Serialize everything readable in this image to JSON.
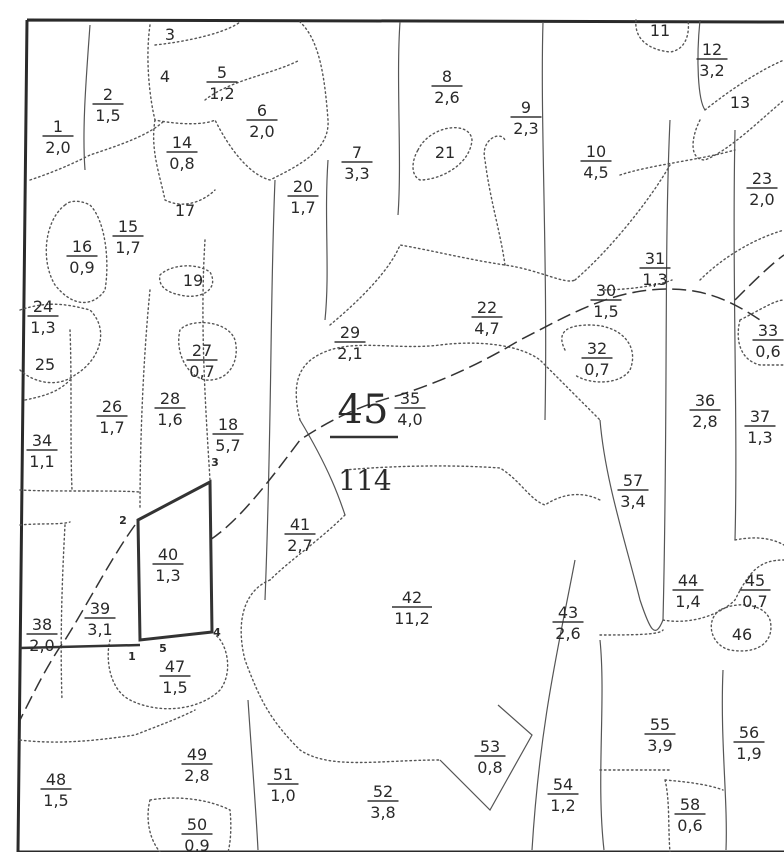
{
  "quarter": {
    "number": "45",
    "area": "114"
  },
  "plot_corners": [
    "1",
    "2",
    "3",
    "4",
    "5"
  ],
  "parcels": [
    {
      "id": "p1",
      "num": "1",
      "area": "2,0"
    },
    {
      "id": "p2",
      "num": "2",
      "area": "1,5"
    },
    {
      "id": "p3",
      "num": "3",
      "area": ""
    },
    {
      "id": "p4",
      "num": "4",
      "area": ""
    },
    {
      "id": "p5",
      "num": "5",
      "area": "1,2"
    },
    {
      "id": "p6",
      "num": "6",
      "area": "2,0"
    },
    {
      "id": "p7",
      "num": "7",
      "area": "3,3"
    },
    {
      "id": "p8",
      "num": "8",
      "area": "2,6"
    },
    {
      "id": "p9",
      "num": "9",
      "area": "2,3"
    },
    {
      "id": "p10",
      "num": "10",
      "area": "4,5"
    },
    {
      "id": "p11",
      "num": "11",
      "area": ""
    },
    {
      "id": "p12",
      "num": "12",
      "area": "3,2"
    },
    {
      "id": "p13",
      "num": "13",
      "area": ""
    },
    {
      "id": "p14",
      "num": "14",
      "area": "0,8"
    },
    {
      "id": "p15",
      "num": "15",
      "area": "1,7"
    },
    {
      "id": "p16",
      "num": "16",
      "area": "0,9"
    },
    {
      "id": "p17",
      "num": "17",
      "area": ""
    },
    {
      "id": "p18",
      "num": "18",
      "area": "5,7"
    },
    {
      "id": "p19",
      "num": "19",
      "area": ""
    },
    {
      "id": "p20",
      "num": "20",
      "area": "1,7"
    },
    {
      "id": "p21",
      "num": "21",
      "area": ""
    },
    {
      "id": "p22",
      "num": "22",
      "area": "4,7"
    },
    {
      "id": "p23",
      "num": "23",
      "area": "2,0"
    },
    {
      "id": "p24",
      "num": "24",
      "area": "1,3"
    },
    {
      "id": "p25",
      "num": "25",
      "area": ""
    },
    {
      "id": "p26",
      "num": "26",
      "area": "1,7"
    },
    {
      "id": "p27",
      "num": "27",
      "area": "0,7"
    },
    {
      "id": "p28",
      "num": "28",
      "area": "1,6"
    },
    {
      "id": "p29",
      "num": "29",
      "area": "2,1"
    },
    {
      "id": "p30",
      "num": "30",
      "area": "1,5"
    },
    {
      "id": "p31",
      "num": "31",
      "area": "1,3"
    },
    {
      "id": "p32",
      "num": "32",
      "area": "0,7"
    },
    {
      "id": "p33",
      "num": "33",
      "area": "0,6"
    },
    {
      "id": "p34",
      "num": "34",
      "area": "1,1"
    },
    {
      "id": "p35",
      "num": "35",
      "area": "4,0"
    },
    {
      "id": "p36",
      "num": "36",
      "area": "2,8"
    },
    {
      "id": "p37",
      "num": "37",
      "area": "1,3"
    },
    {
      "id": "p38",
      "num": "38",
      "area": "2,0"
    },
    {
      "id": "p39",
      "num": "39",
      "area": "3,1"
    },
    {
      "id": "p40",
      "num": "40",
      "area": "1,3"
    },
    {
      "id": "p41",
      "num": "41",
      "area": "2,7"
    },
    {
      "id": "p42",
      "num": "42",
      "area": "11,2"
    },
    {
      "id": "p43",
      "num": "43",
      "area": "2,6"
    },
    {
      "id": "p44",
      "num": "44",
      "area": "1,4"
    },
    {
      "id": "p45",
      "num": "45",
      "area": "0,7"
    },
    {
      "id": "p46",
      "num": "46",
      "area": ""
    },
    {
      "id": "p47",
      "num": "47",
      "area": "1,5"
    },
    {
      "id": "p48",
      "num": "48",
      "area": "1,5"
    },
    {
      "id": "p49",
      "num": "49",
      "area": "2,8"
    },
    {
      "id": "p50",
      "num": "50",
      "area": "0,9"
    },
    {
      "id": "p51",
      "num": "51",
      "area": "1,0"
    },
    {
      "id": "p52",
      "num": "52",
      "area": "3,8"
    },
    {
      "id": "p53",
      "num": "53",
      "area": "0,8"
    },
    {
      "id": "p54",
      "num": "54",
      "area": "1,2"
    },
    {
      "id": "p55",
      "num": "55",
      "area": "3,9"
    },
    {
      "id": "p56",
      "num": "56",
      "area": "1,9"
    },
    {
      "id": "p57",
      "num": "57",
      "area": "3,4"
    },
    {
      "id": "p58",
      "num": "58",
      "area": "0,6"
    }
  ]
}
